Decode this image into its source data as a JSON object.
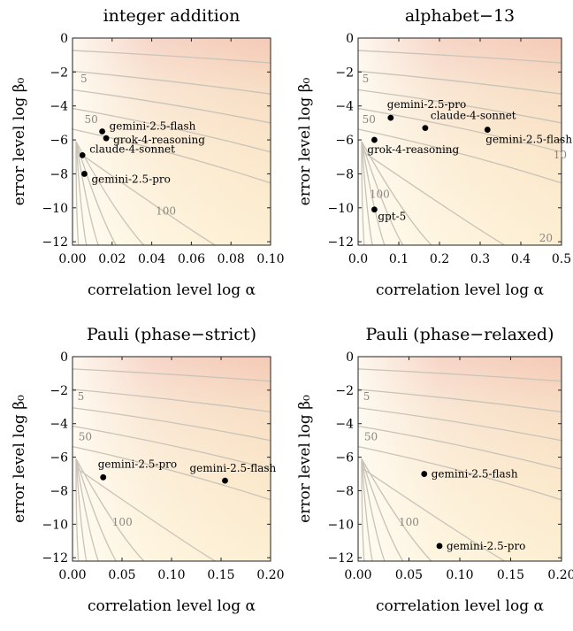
{
  "chart_data": [
    {
      "type": "scatter",
      "title": "integer addition",
      "xlabel": "correlation level log α",
      "ylabel": "error level log β₀",
      "xlim": [
        0,
        0.1
      ],
      "ylim": [
        -12.2,
        0
      ],
      "xticks": [
        0.0,
        0.02,
        0.04,
        0.06,
        0.08,
        0.1
      ],
      "xtick_labels": [
        "0.00",
        "0.02",
        "0.04",
        "0.06",
        "0.08",
        "0.10"
      ],
      "yticks": [
        0,
        -2,
        -4,
        -6,
        -8,
        -10,
        -12
      ],
      "ytick_labels": [
        "0",
        "−2",
        "−4",
        "−6",
        "−8",
        "−10",
        "−12"
      ],
      "contour_labels": [
        {
          "text": "5",
          "x": 0.004,
          "y": -2.6
        },
        {
          "text": "50",
          "x": 0.006,
          "y": -5.0
        },
        {
          "text": "100",
          "x": 0.042,
          "y": -10.4
        }
      ],
      "points": [
        {
          "label": "gemini-2.5-flash",
          "x": 0.015,
          "y": -5.5
        },
        {
          "label": "grok-4-reasoning",
          "x": 0.017,
          "y": -5.9
        },
        {
          "label": "claude-4-sonnet",
          "x": 0.005,
          "y": -6.9
        },
        {
          "label": "gemini-2.5-pro",
          "x": 0.006,
          "y": -8.0
        }
      ]
    },
    {
      "type": "scatter",
      "title": "alphabet−13",
      "xlabel": "correlation level log α",
      "ylabel": "error level log β₀",
      "xlim": [
        0,
        0.5
      ],
      "ylim": [
        -12.2,
        0
      ],
      "xticks": [
        0.0,
        0.1,
        0.2,
        0.3,
        0.4,
        0.5
      ],
      "xtick_labels": [
        "0.0",
        "0.1",
        "0.2",
        "0.3",
        "0.4",
        "0.5"
      ],
      "yticks": [
        0,
        -2,
        -4,
        -6,
        -8,
        -10,
        -12
      ],
      "ytick_labels": [
        "0",
        "−2",
        "−4",
        "−6",
        "−8",
        "−10",
        "−12"
      ],
      "contour_labels": [
        {
          "text": "5",
          "x": 0.01,
          "y": -2.6
        },
        {
          "text": "50",
          "x": 0.01,
          "y": -5.0
        },
        {
          "text": "100",
          "x": 0.028,
          "y": -9.4
        },
        {
          "text": "10",
          "x": 0.48,
          "y": -7.1
        },
        {
          "text": "20",
          "x": 0.445,
          "y": -12.0
        }
      ],
      "points": [
        {
          "label": "gemini-2.5-pro",
          "x": 0.08,
          "y": -4.7
        },
        {
          "label": "claude-4-sonnet",
          "x": 0.165,
          "y": -5.3
        },
        {
          "label": "gemini-2.5-flash",
          "x": 0.318,
          "y": -5.4
        },
        {
          "label": "grok-4-reasoning",
          "x": 0.04,
          "y": -6.0
        },
        {
          "label": "gpt-5",
          "x": 0.04,
          "y": -10.1
        }
      ]
    },
    {
      "type": "scatter",
      "title": "Pauli (phase−strict)",
      "xlabel": "correlation level log α",
      "ylabel": "error level log β₀",
      "xlim": [
        0,
        0.2
      ],
      "ylim": [
        -12.2,
        0
      ],
      "xticks": [
        0.0,
        0.05,
        0.1,
        0.15,
        0.2
      ],
      "xtick_labels": [
        "0.00",
        "0.05",
        "0.10",
        "0.15",
        "0.20"
      ],
      "yticks": [
        0,
        -2,
        -4,
        -6,
        -8,
        -10,
        -12
      ],
      "ytick_labels": [
        "0",
        "−2",
        "−4",
        "−6",
        "−8",
        "−10",
        "−12"
      ],
      "contour_labels": [
        {
          "text": "5",
          "x": 0.005,
          "y": -2.6
        },
        {
          "text": "50",
          "x": 0.006,
          "y": -5.0
        },
        {
          "text": "100",
          "x": 0.04,
          "y": -10.1
        }
      ],
      "points": [
        {
          "label": "gemini-2.5-pro",
          "x": 0.031,
          "y": -7.2
        },
        {
          "label": "gemini-2.5-flash",
          "x": 0.154,
          "y": -7.4
        }
      ]
    },
    {
      "type": "scatter",
      "title": "Pauli (phase−relaxed)",
      "xlabel": "correlation level log α",
      "ylabel": "error level log β₀",
      "xlim": [
        0,
        0.2
      ],
      "ylim": [
        -12.2,
        0
      ],
      "xticks": [
        0.0,
        0.05,
        0.1,
        0.15,
        0.2
      ],
      "xtick_labels": [
        "0.00",
        "0.05",
        "0.10",
        "0.15",
        "0.20"
      ],
      "yticks": [
        0,
        -2,
        -4,
        -6,
        -8,
        -10,
        -12
      ],
      "ytick_labels": [
        "0",
        "−2",
        "−4",
        "−6",
        "−8",
        "−10",
        "−12"
      ],
      "contour_labels": [
        {
          "text": "5",
          "x": 0.005,
          "y": -2.6
        },
        {
          "text": "50",
          "x": 0.006,
          "y": -5.0
        },
        {
          "text": "100",
          "x": 0.04,
          "y": -10.1
        }
      ],
      "points": [
        {
          "label": "gemini-2.5-flash",
          "x": 0.065,
          "y": -7.0
        },
        {
          "label": "gemini-2.5-pro",
          "x": 0.08,
          "y": -11.3
        }
      ]
    }
  ]
}
